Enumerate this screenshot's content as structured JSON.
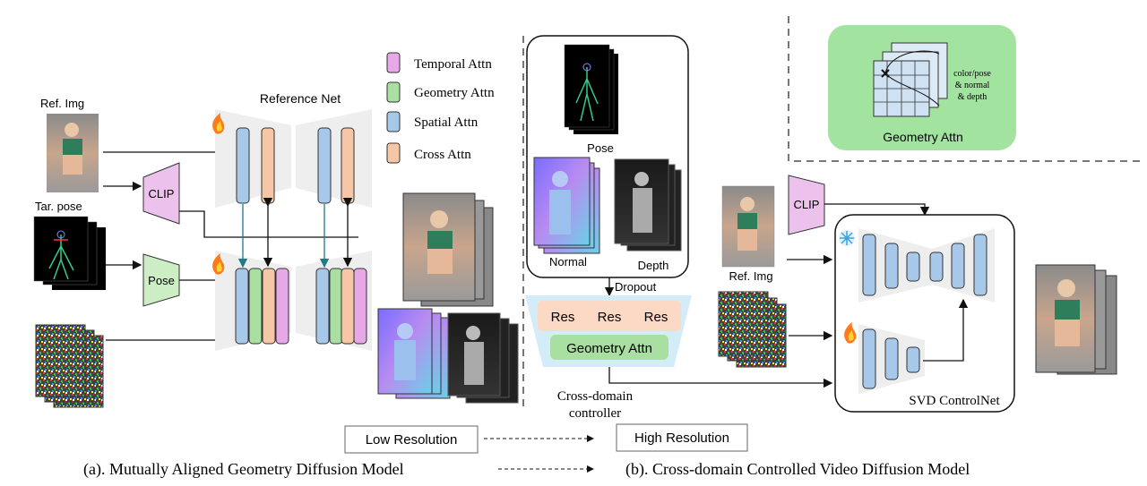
{
  "panel_a": {
    "ref_img_label": "Ref. Img",
    "tar_pose_label": "Tar. pose",
    "clip_label": "CLIP",
    "pose_label": "Pose",
    "reference_net_label": "Reference Net",
    "caption": "(a). Mutually Aligned Geometry Diffusion Model"
  },
  "legend": [
    {
      "label": "Temporal Attn",
      "color": "#e6a8e6"
    },
    {
      "label": "Geometry Attn",
      "color": "#a9dfa0"
    },
    {
      "label": "Spatial Attn",
      "color": "#a8c8ea"
    },
    {
      "label": "Cross Attn",
      "color": "#f5c7a6"
    }
  ],
  "controller": {
    "pose_label": "Pose",
    "normal_label": "Normal",
    "depth_label": "Depth",
    "dropout_label": "Dropout",
    "res_labels": [
      "Res",
      "Res",
      "Res"
    ],
    "geometry_attn_label": "Geometry Attn",
    "title_line1": "Cross-domain",
    "title_line2": "controller"
  },
  "geometry_inset": {
    "title": "Geometry Attn",
    "note_line1": "color/pose",
    "note_line2": "& normal",
    "note_line3": "& depth"
  },
  "panel_b": {
    "clip_label": "CLIP",
    "ref_img_label": "Ref. Img",
    "controlnet_label": "SVD ControlNet",
    "caption": "(b). Cross-domain Controlled Video Diffusion Model"
  },
  "resolution": {
    "low": "Low Resolution",
    "high": "High Resolution"
  },
  "colors": {
    "temporal": "#e6a8e6",
    "geometry": "#a9dfa0",
    "spatial": "#a8c8ea",
    "cross": "#f5c7a6",
    "clip_fill": "#ecc2ec",
    "pose_fill": "#cdeec5",
    "inset_fill": "#a3e3a0",
    "res_fill": "#fbd9c4",
    "unet_fill": "#eeeeee",
    "svd_block": "#a8c8ea"
  },
  "icons": {
    "trainable": "flame-icon",
    "frozen": "snowflake-icon"
  }
}
